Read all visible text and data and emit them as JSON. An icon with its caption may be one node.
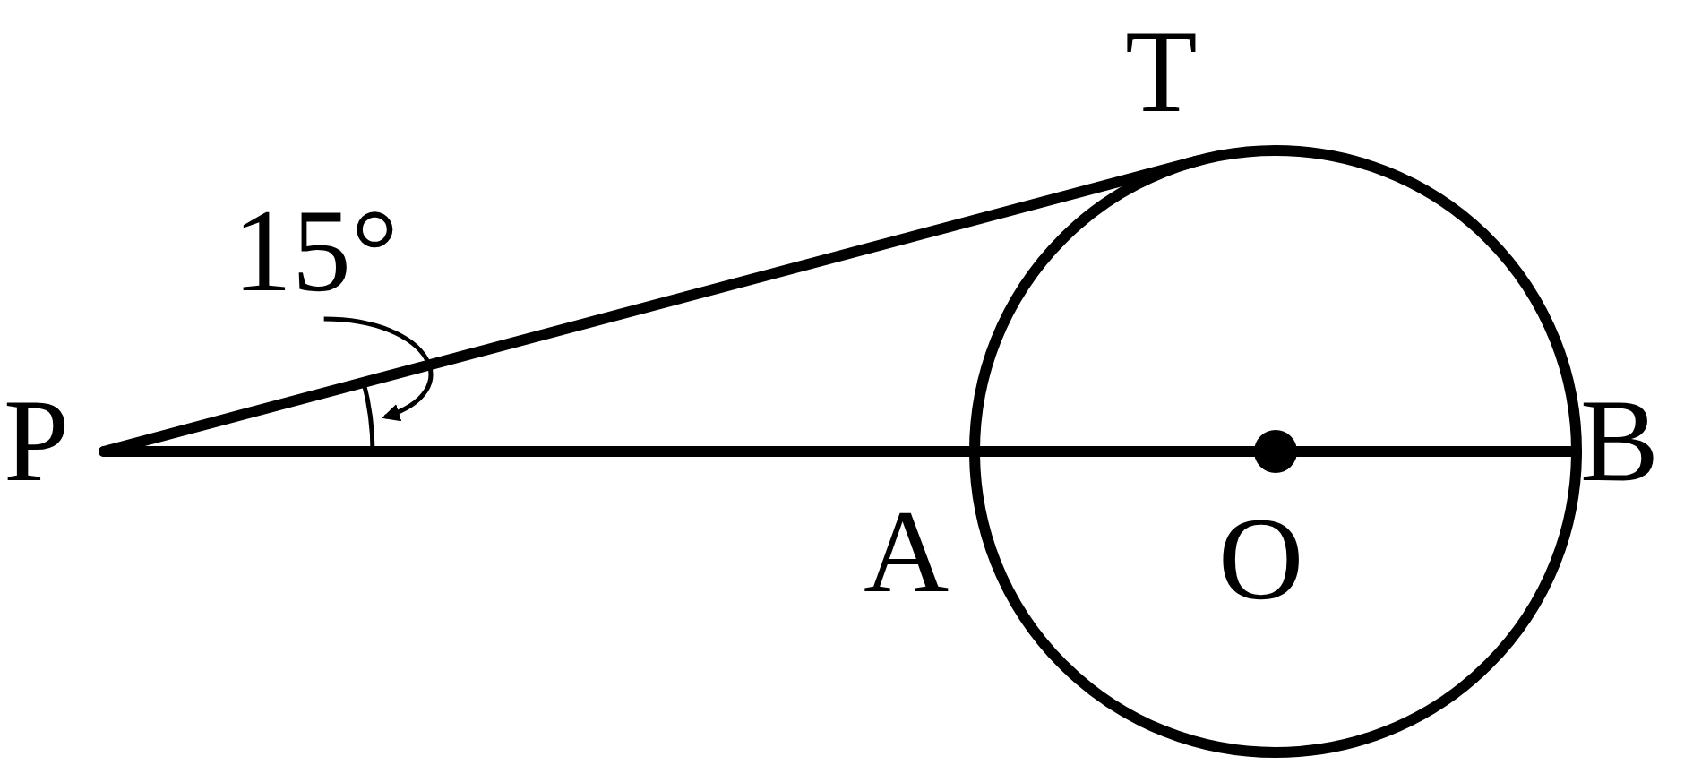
{
  "diagram": {
    "nodes": [
      {
        "text": [
          "15°"
        ]
      },
      {
        "text": [],
        "shape": "arc"
      }
    ],
    "edges": [
      {
        "from": 0,
        "to": 1,
        "arrow": "to"
      }
    ],
    "labels": [
      "T",
      "P",
      "B",
      "A",
      "O"
    ]
  }
}
